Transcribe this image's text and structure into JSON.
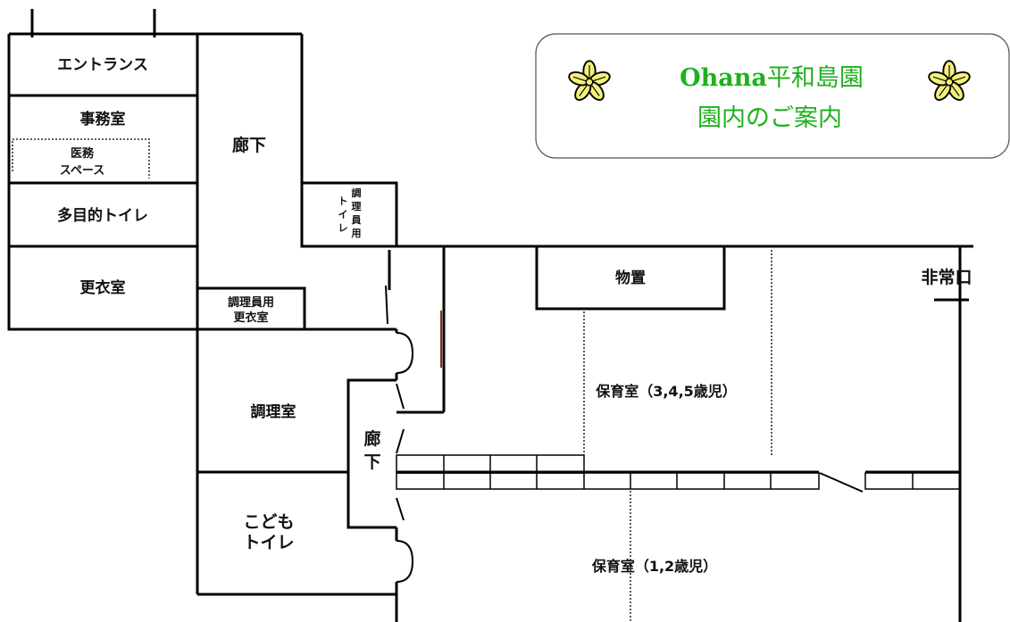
{
  "colors": {
    "wall": "#000000",
    "title_text": "#1fb020",
    "flower_fill": "#f2f07a",
    "door_accent": "#8b2a1a",
    "banner_border": "#555555"
  },
  "banner": {
    "brand": "Ohana",
    "name": "平和島園",
    "subtitle": "園内のご案内",
    "icon": "plumeria-flower-icon"
  },
  "rooms": {
    "entrance": "エントランス",
    "office": "事務室",
    "medical_line1": "医務",
    "medical_line2": "スペース",
    "multipurpose_toilet": "多目的トイレ",
    "locker_room": "更衣室",
    "corridor_main": "廊下",
    "staff_toilet": [
      "調",
      "理",
      "員",
      "用"
    ],
    "staff_toilet_side": [
      "ト",
      "イ",
      "レ"
    ],
    "staff_locker_line1": "調理員用",
    "staff_locker_line2": "更衣室",
    "kitchen": "調理室",
    "corridor_small_1": "廊",
    "corridor_small_2": "下",
    "kids_toilet_line1": "こども",
    "kids_toilet_line2": "トイレ",
    "storage": "物置",
    "emergency_exit": "非常口",
    "nursery_345": "保育室（3,4,5歳児）",
    "nursery_12": "保育室（1,2歳児）"
  }
}
